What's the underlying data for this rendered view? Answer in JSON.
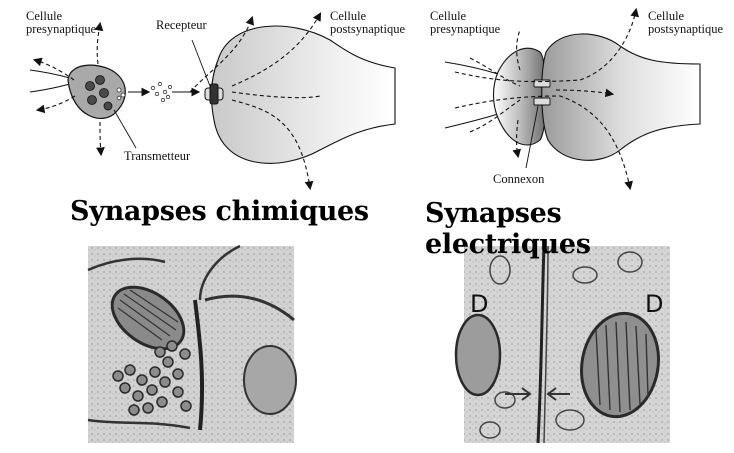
{
  "chemical": {
    "label_presynaptic": "Cellule\npresynaptique",
    "label_receptor": "Recepteur",
    "label_postsynaptic": "Cellule\npostsynaptique",
    "label_transmitter": "Transmetteur",
    "title": "Synapses chimiques",
    "micrograph_marker": ""
  },
  "electrical": {
    "label_presynaptic": "Cellule\npresynaptique",
    "label_postsynaptic": "Cellule\npostsynaptique",
    "label_connexon": "Connexon",
    "title": "Synapses electriques",
    "micrograph_left_marker": "D",
    "micrograph_right_marker": "D"
  }
}
